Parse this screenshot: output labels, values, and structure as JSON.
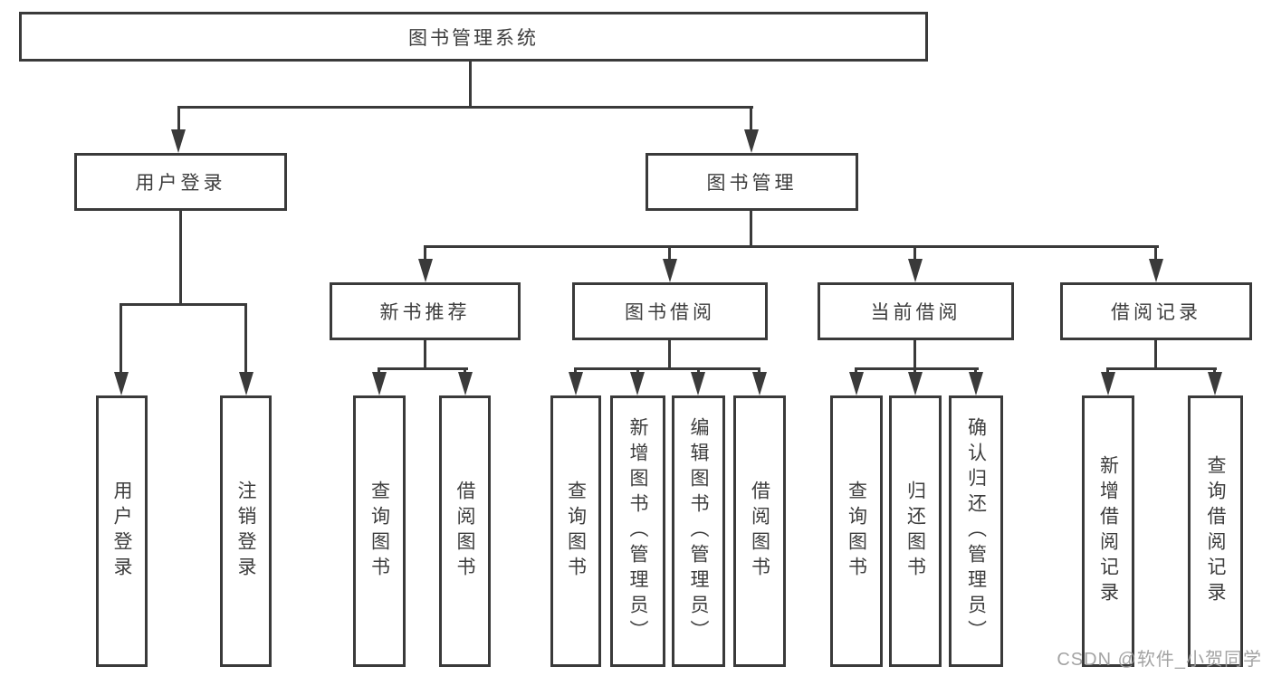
{
  "colors": {
    "background": "#ffffff",
    "line": "#3a3a3a",
    "text": "#3d3d3d",
    "watermark": "#9b9b9b"
  },
  "watermark": {
    "text": "CSDN @软件_小贺同学"
  },
  "tree": {
    "root": {
      "label": "图书管理系统",
      "children": [
        {
          "label": "用户登录",
          "children": [
            {
              "label": "用户登录"
            },
            {
              "label": "注销登录"
            }
          ]
        },
        {
          "label": "图书管理",
          "children": [
            {
              "label": "新书推荐",
              "children": [
                {
                  "label": "查询图书"
                },
                {
                  "label": "借阅图书"
                }
              ]
            },
            {
              "label": "图书借阅",
              "children": [
                {
                  "label": "查询图书"
                },
                {
                  "label": "新增图书（管理员）"
                },
                {
                  "label": "编辑图书（管理员）"
                },
                {
                  "label": "借阅图书"
                }
              ]
            },
            {
              "label": "当前借阅",
              "children": [
                {
                  "label": "查询图书"
                },
                {
                  "label": "归还图书"
                },
                {
                  "label": "确认归还（管理员）"
                }
              ]
            },
            {
              "label": "借阅记录",
              "children": [
                {
                  "label": "新增借阅记录"
                },
                {
                  "label": "查询借阅记录"
                }
              ]
            }
          ]
        }
      ]
    }
  }
}
